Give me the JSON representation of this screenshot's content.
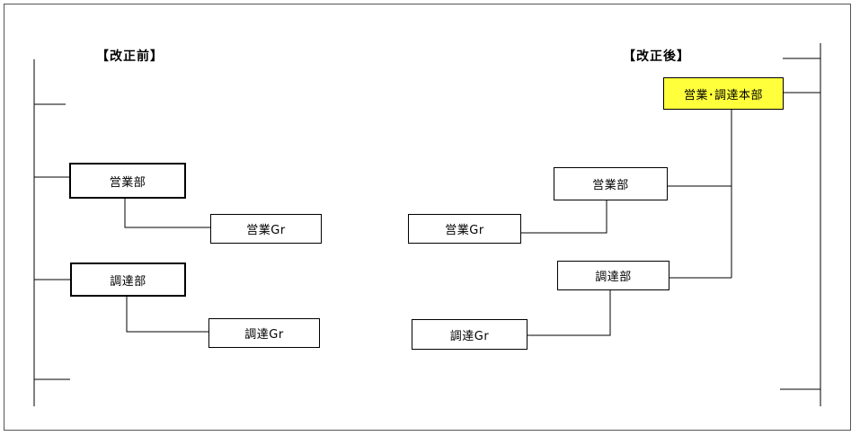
{
  "before": {
    "title": "【改正前】",
    "boxes": {
      "sales_dept": "営業部",
      "sales_gr": "営業Gr",
      "procurement_dept": "調達部",
      "procurement_gr": "調達Gr"
    }
  },
  "after": {
    "title": "【改正後】",
    "boxes": {
      "hq": "営業･調達本部",
      "sales_dept": "営業部",
      "sales_gr": "営業Gr",
      "procurement_dept": "調達部",
      "procurement_gr": "調達Gr"
    }
  },
  "colors": {
    "highlight": "#ffff3c",
    "line": "#000000"
  }
}
